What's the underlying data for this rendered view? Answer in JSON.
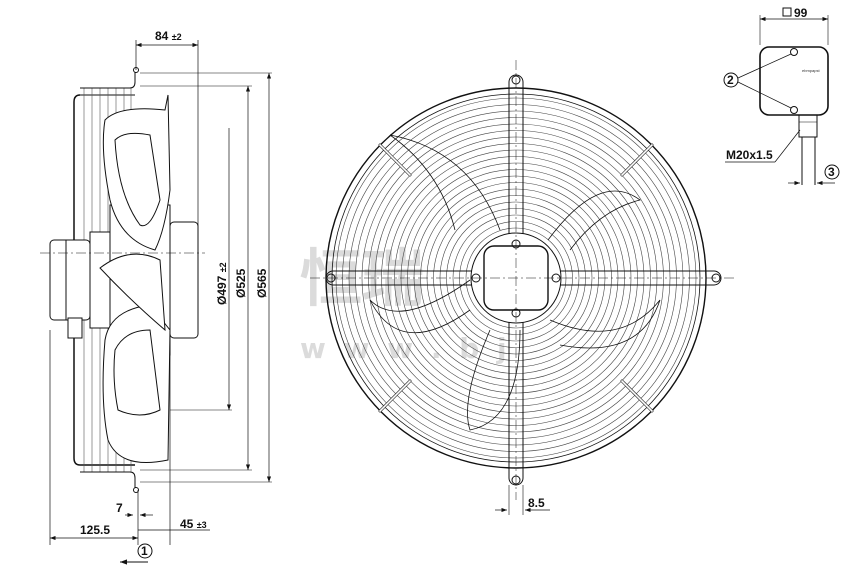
{
  "side_view": {
    "dim_top": "84",
    "dim_top_tol": "±2",
    "dia_497": "Ø497",
    "dia_497_tol": "±2",
    "dia_525": "Ø525",
    "dia_565": "Ø565",
    "dim_7": "7",
    "dim_125": "125.5",
    "dim_45": "45",
    "dim_45_tol": "±3",
    "callout_1": "1"
  },
  "front_view": {
    "dim_85": "8.5"
  },
  "terminal_box": {
    "dim_99": "99",
    "callout_2": "2",
    "callout_3": "3",
    "thread": "M20x1.5",
    "brand": "ebmpapst"
  },
  "watermark": {
    "chars": "恒瑞",
    "url": "w w w . b j"
  },
  "colors": {
    "line": "#111111",
    "watermark": "#cfcfcf"
  }
}
